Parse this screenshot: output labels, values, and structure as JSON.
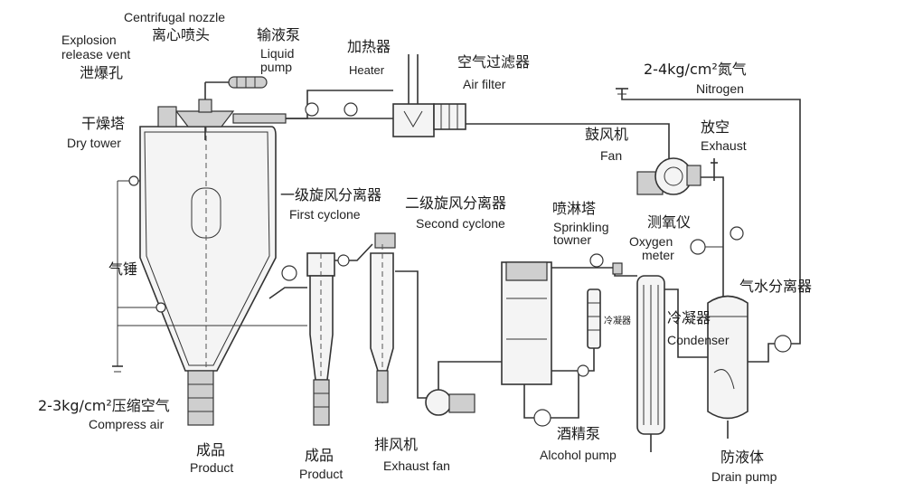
{
  "labels": {
    "centrifugal_nozzle_en": "Centrifugal nozzle",
    "centrifugal_nozzle_zh": "离心喷头",
    "explosion_vent_en_1": "Explosion",
    "explosion_vent_en_2": "release vent",
    "explosion_vent_zh": "泄爆孔",
    "liquid_pump_zh": "输液泵",
    "liquid_pump_en_1": "Liquid",
    "liquid_pump_en_2": "pump",
    "heater_zh": "加热器",
    "heater_en": "Heater",
    "air_filter_zh": "空气过滤器",
    "air_filter_en": "Air filter",
    "nitrogen_pressure": "2-4kg/cm²氮气",
    "nitrogen_en": "Nitrogen",
    "dry_tower_zh": "干燥塔",
    "dry_tower_en": "Dry tower",
    "fan_zh": "鼓风机",
    "fan_en": "Fan",
    "exhaust_zh": "放空",
    "exhaust_en": "Exhaust",
    "first_cyclone_zh": "一级旋风分离器",
    "first_cyclone_en": "First cyclone",
    "second_cyclone_zh": "二级旋风分离器",
    "second_cyclone_en": "Second cyclone",
    "sprinkling_tower_zh": "喷淋塔",
    "sprinkling_tower_en_1": "Sprinkling",
    "sprinkling_tower_en_2": "towner",
    "oxygen_meter_zh": "测氧仪",
    "oxygen_meter_en_1": "Oxygen",
    "oxygen_meter_en_2": "meter",
    "air_hammer_zh": "气锤",
    "gas_water_separator_zh": "气水分离器",
    "small_condenser_zh": "冷凝器",
    "condenser_zh": "冷凝器",
    "condenser_en": "Condenser",
    "compress_air_pressure": "2-3kg/cm²压缩空气",
    "compress_air_en": "Compress air",
    "product1_zh": "成品",
    "product1_en": "Product",
    "product2_zh": "成品",
    "product2_en": "Product",
    "exhaust_fan_zh": "排风机",
    "exhaust_fan_en": "Exhaust fan",
    "alcohol_pump_zh": "酒精泵",
    "alcohol_pump_en": "Alcohol pump",
    "drain_pump_zh": "防液体",
    "drain_pump_en": "Drain pump"
  }
}
